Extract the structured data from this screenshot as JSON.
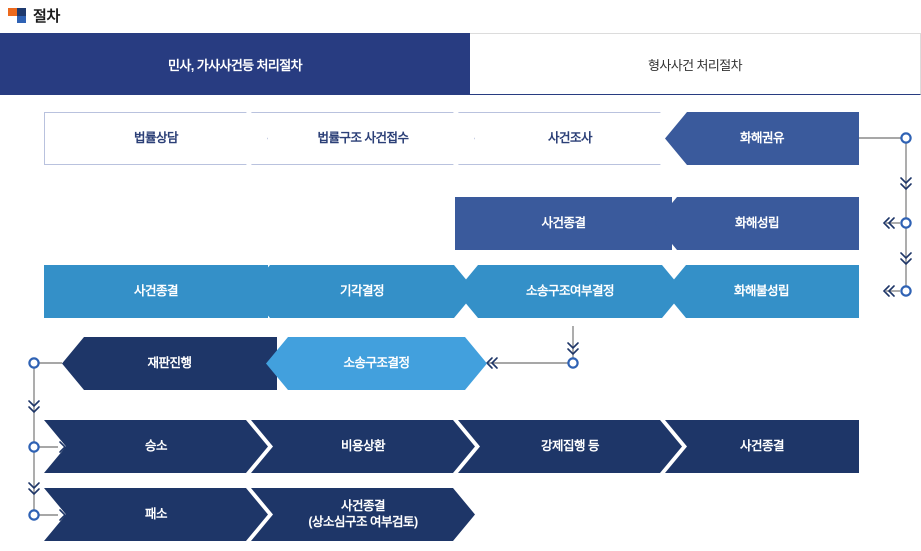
{
  "heading": {
    "title": "절차",
    "icon": "square-tiles-icon",
    "icon_colors": {
      "orange": "#ec6a1e",
      "navy": "#1f3a6e",
      "blue": "#2f62b4"
    }
  },
  "tabs": [
    {
      "label": "민사, 가사사건등 처리절차",
      "active": true
    },
    {
      "label": "형사사건 처리절차",
      "active": false
    }
  ],
  "palette": {
    "active_tab": "#283c81",
    "navy": "#1e3668",
    "mid_blue": "#3a5a9c",
    "light_blue": "#3490c8",
    "lighter_blue": "#42a0dd",
    "outline_border": "#b9c2de",
    "outline_text": "#2b3f77",
    "connector": "#8a8a8a",
    "connector_node": "#2f62b4"
  },
  "flow": {
    "row1": {
      "name": "consultation-row",
      "nodes": [
        {
          "label": "법률상담",
          "style": "outline"
        },
        {
          "label": "법률구조 사건접수",
          "style": "outline"
        },
        {
          "label": "사건조사",
          "style": "outline"
        },
        {
          "label": "화해권유",
          "style": "mid_blue"
        }
      ]
    },
    "row2": {
      "name": "settlement-success-row",
      "nodes": [
        {
          "label": "사건종결",
          "style": "mid_blue"
        },
        {
          "label": "화해성립",
          "style": "mid_blue"
        }
      ]
    },
    "row3": {
      "name": "settlement-failure-row",
      "nodes": [
        {
          "label": "사건종결",
          "style": "light_blue"
        },
        {
          "label": "기각결정",
          "style": "light_blue"
        },
        {
          "label": "소송구조여부결정",
          "style": "light_blue"
        },
        {
          "label": "화해불성립",
          "style": "light_blue"
        }
      ]
    },
    "row4": {
      "name": "trial-row",
      "nodes": [
        {
          "label": "재판진행",
          "style": "navy"
        },
        {
          "label": "소송구조결정",
          "style": "lighter_blue"
        }
      ]
    },
    "row5": {
      "name": "win-row",
      "nodes": [
        {
          "label": "승소",
          "style": "navy"
        },
        {
          "label": "비용상환",
          "style": "navy"
        },
        {
          "label": "강제집행 등",
          "style": "navy"
        },
        {
          "label": "사건종결",
          "style": "navy"
        }
      ]
    },
    "row6": {
      "name": "lose-row",
      "nodes": [
        {
          "label": "패소",
          "style": "navy"
        },
        {
          "label_line1": "사건종결",
          "label_line2": "(상소심구조 여부검토)",
          "style": "navy"
        }
      ]
    }
  }
}
